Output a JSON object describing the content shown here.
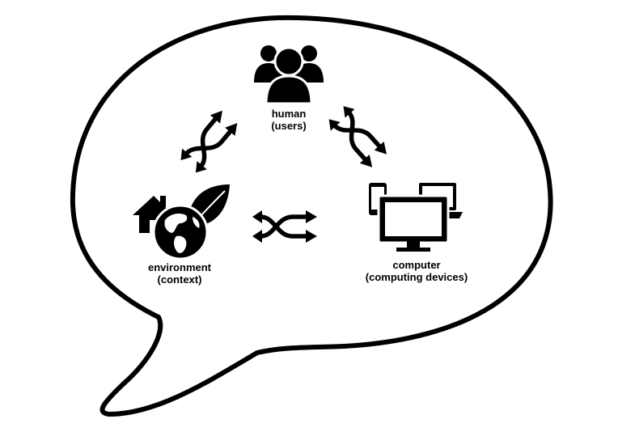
{
  "nodes": {
    "human": {
      "label": "human",
      "sublabel": "(users)",
      "icon": "users-group-icon"
    },
    "environment": {
      "label": "environment",
      "sublabel": "(context)",
      "icon": "globe-house-leaf-icon"
    },
    "computer": {
      "label": "computer",
      "sublabel": "(computing devices)",
      "icon": "devices-icon"
    }
  },
  "connectors": [
    {
      "from": "human",
      "to": "environment",
      "icon": "bidirectional-shuffle-icon"
    },
    {
      "from": "human",
      "to": "computer",
      "icon": "bidirectional-shuffle-icon"
    },
    {
      "from": "environment",
      "to": "computer",
      "icon": "bidirectional-shuffle-icon"
    }
  ],
  "colors": {
    "ink": "#000000",
    "background": "#ffffff"
  }
}
